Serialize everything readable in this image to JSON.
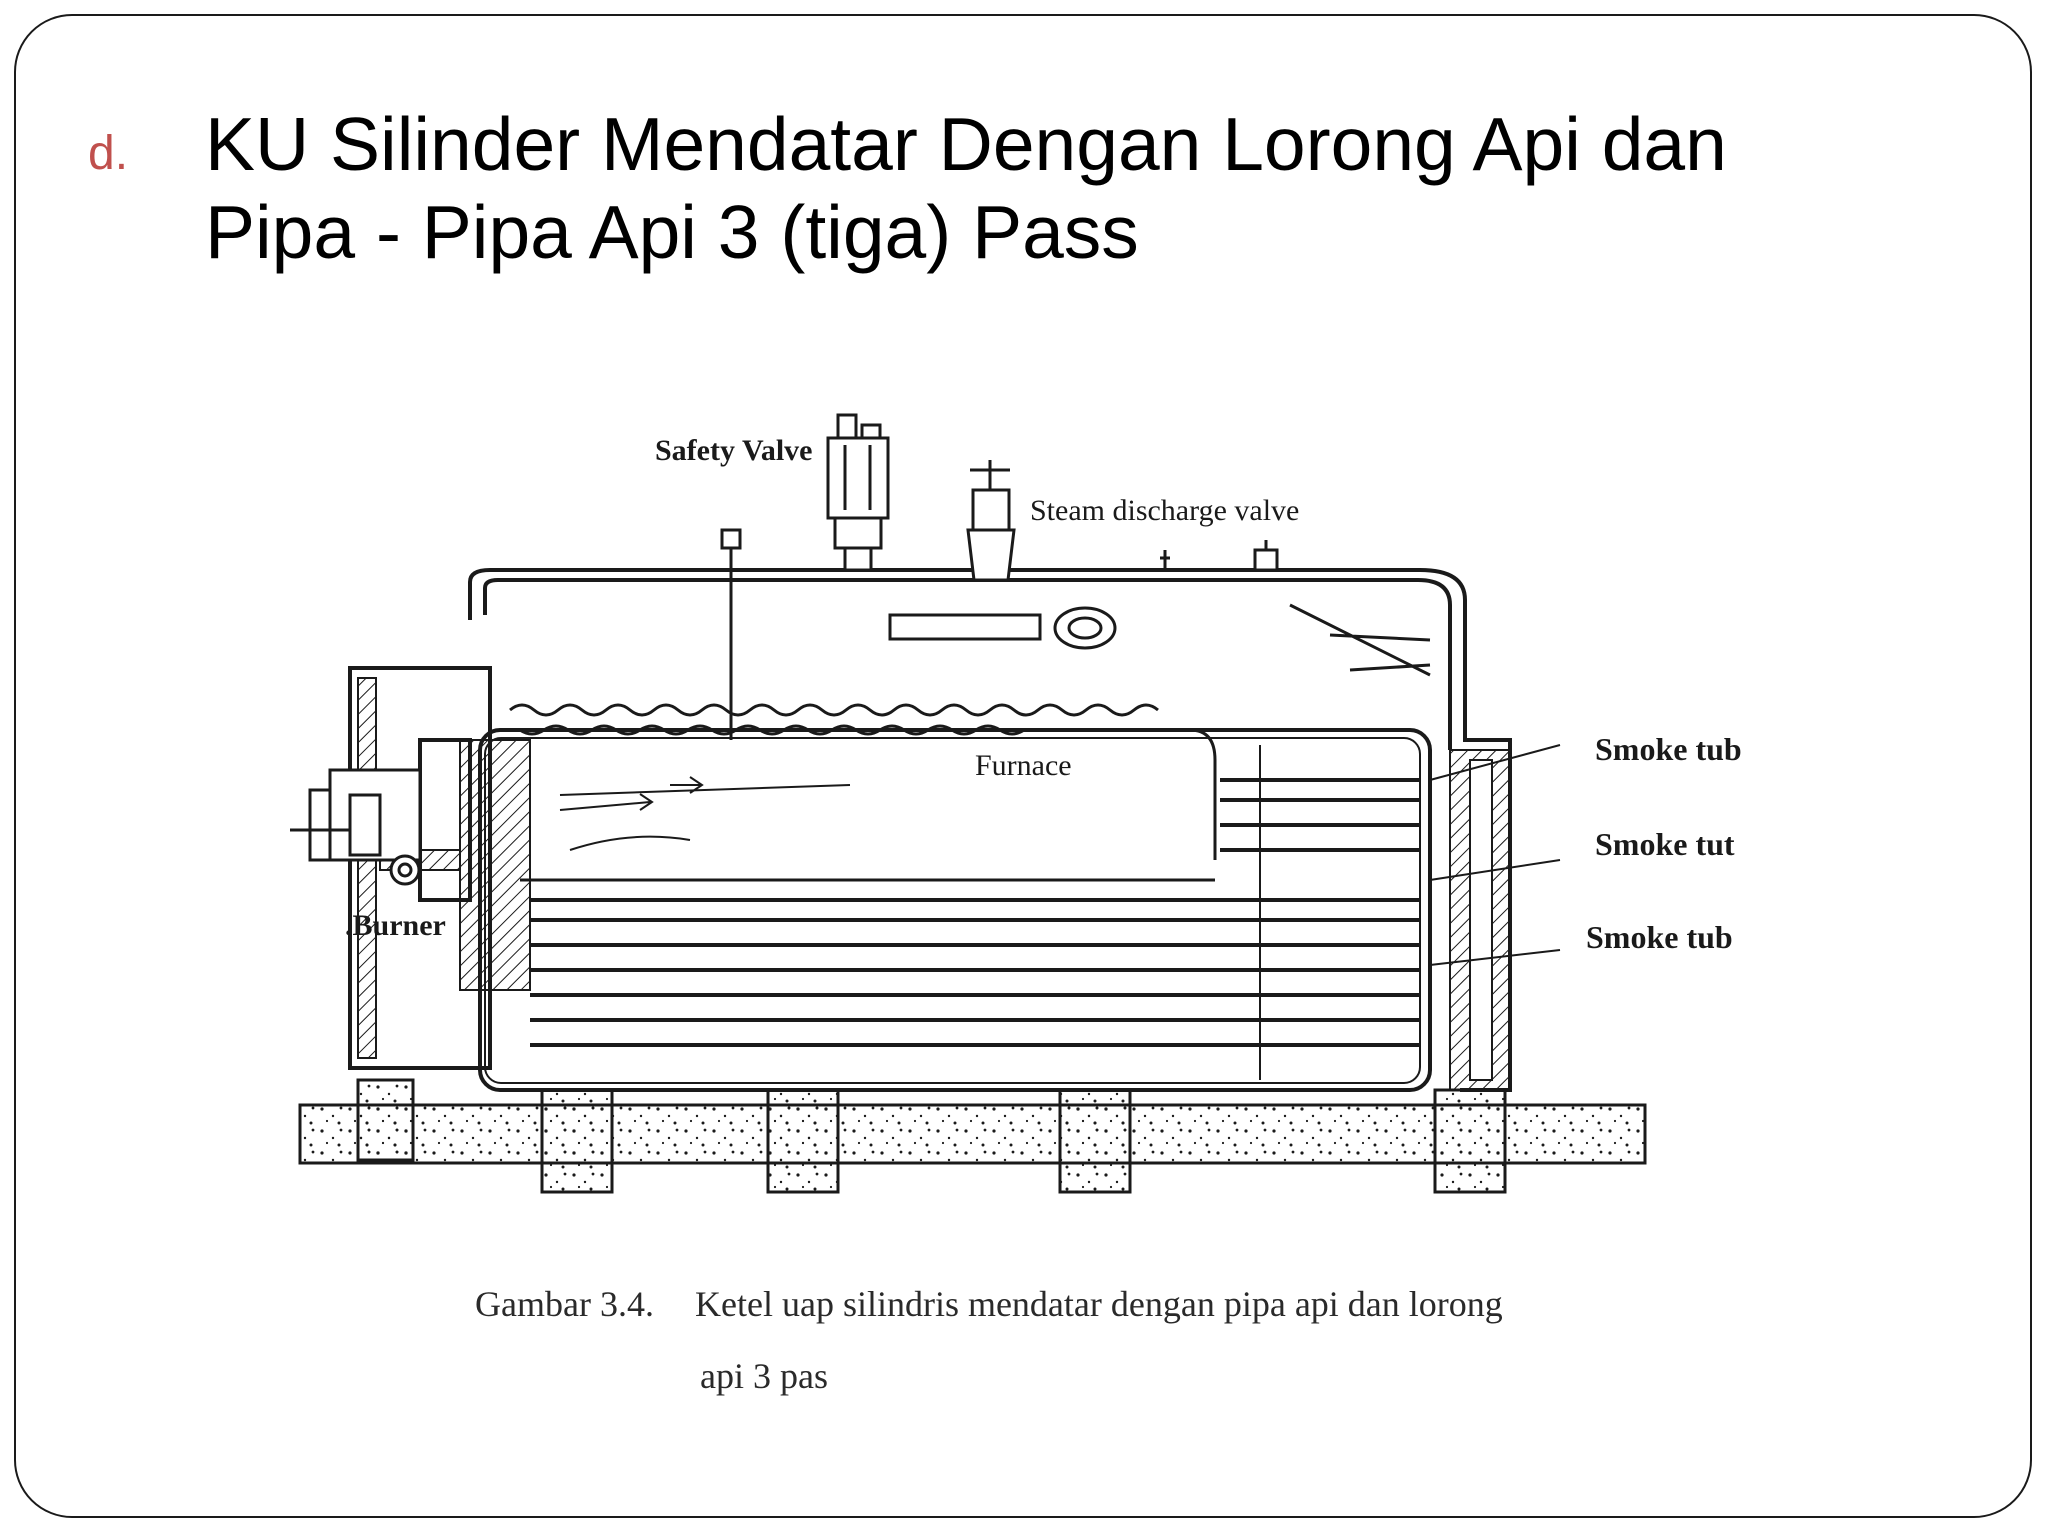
{
  "slide": {
    "bullet": "d.",
    "title_line1": "KU Silinder Mendatar Dengan Lorong Api dan",
    "title_line2": "Pipa - Pipa Api 3 (tiga) Pass"
  },
  "diagram": {
    "labels": {
      "safety_valve": "Safety Valve",
      "steam_discharge_valve": "Steam discharge valve",
      "furnace": "Furnace",
      "burner": ".Burner",
      "smoke_tube_1": "Smoke tub",
      "smoke_tube_2": "Smoke tut",
      "smoke_tube_3": "Smoke tub"
    },
    "caption_number": "Gambar 3.4.",
    "caption_line1": "Ketel  uap  silindris mendatar dengan pipa api  dan lorong",
    "caption_line2": "api 3 pas"
  },
  "colors": {
    "accent": "#c0504d",
    "line": "#1a1a1a"
  }
}
